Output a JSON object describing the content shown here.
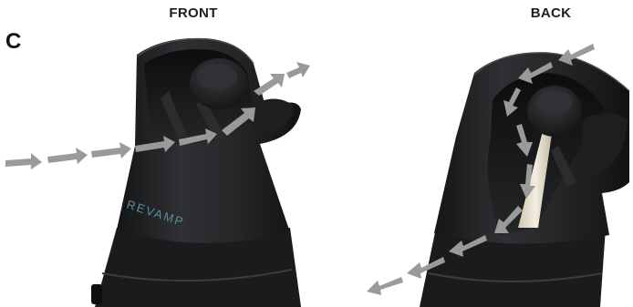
{
  "step_label": "C",
  "front_title": "FRONT",
  "back_title": "BACK",
  "brand_text": "REVAMP",
  "colors": {
    "body": "#232527",
    "body_dark": "#141516",
    "body_light": "#3b3d40",
    "arrow": "#9a9a9a",
    "brand": "#5b8fa3",
    "barrel": "#e6e0cf"
  }
}
